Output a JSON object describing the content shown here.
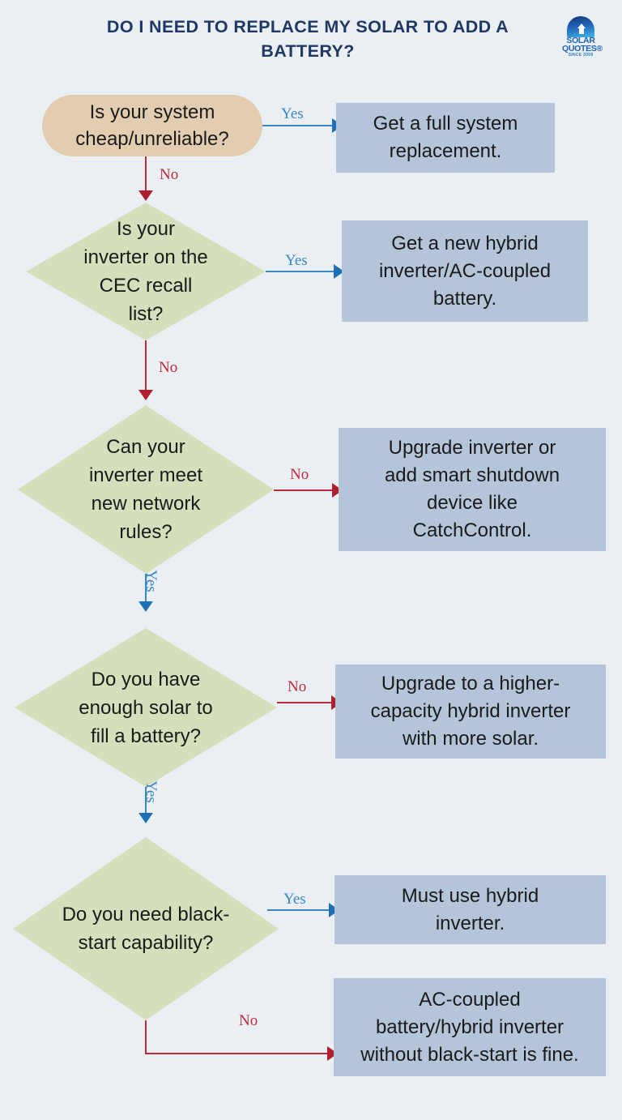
{
  "header": {
    "title": "DO I NEED TO REPLACE MY SOLAR TO ADD A BATTERY?",
    "logo": {
      "wordmark_line1": "SOLAR",
      "wordmark_line2": "QUOTES®",
      "since": "SINCE 2009"
    }
  },
  "colors": {
    "background": "#eaeff3",
    "title": "#1f3864",
    "start_node": "#e3cdb0",
    "decision_node": "#d3e0bb",
    "outcome_node": "#b4c5da",
    "yes_edge": "#3a87c4",
    "no_edge": "#c0293a",
    "node_text": "#1a1a1a"
  },
  "chart_data": {
    "type": "diagram",
    "title": "DO I NEED TO REPLACE MY SOLAR TO ADD A BATTERY?",
    "nodes": [
      {
        "id": "start",
        "shape": "pill",
        "text": "Is your system cheap/unreliable?"
      },
      {
        "id": "out1",
        "shape": "rect",
        "text": "Get a full system replacement."
      },
      {
        "id": "d2",
        "shape": "diamond",
        "text": "Is your inverter on the CEC recall list?"
      },
      {
        "id": "out2",
        "shape": "rect",
        "text": "Get a new hybrid inverter/AC-coupled battery."
      },
      {
        "id": "d3",
        "shape": "diamond",
        "text": "Can your inverter meet new network rules?"
      },
      {
        "id": "out3",
        "shape": "rect",
        "text": "Upgrade inverter or add smart shutdown device like CatchControl."
      },
      {
        "id": "d4",
        "shape": "diamond",
        "text": "Do you have enough solar to fill a battery?"
      },
      {
        "id": "out4",
        "shape": "rect",
        "text": "Upgrade to a higher-capacity hybrid inverter with more solar."
      },
      {
        "id": "d5",
        "shape": "diamond",
        "text": "Do you need black-start capability?"
      },
      {
        "id": "out5",
        "shape": "rect",
        "text": "Must use hybrid inverter."
      },
      {
        "id": "out6",
        "shape": "rect",
        "text": "AC-coupled battery/hybrid inverter without black-start is fine."
      }
    ],
    "edges": [
      {
        "from": "start",
        "to": "out1",
        "label": "Yes",
        "kind": "yes"
      },
      {
        "from": "start",
        "to": "d2",
        "label": "No",
        "kind": "no"
      },
      {
        "from": "d2",
        "to": "out2",
        "label": "Yes",
        "kind": "yes"
      },
      {
        "from": "d2",
        "to": "d3",
        "label": "No",
        "kind": "no"
      },
      {
        "from": "d3",
        "to": "out3",
        "label": "No",
        "kind": "no"
      },
      {
        "from": "d3",
        "to": "d4",
        "label": "Yes",
        "kind": "yes"
      },
      {
        "from": "d4",
        "to": "out4",
        "label": "No",
        "kind": "no"
      },
      {
        "from": "d4",
        "to": "d5",
        "label": "Yes",
        "kind": "yes"
      },
      {
        "from": "d5",
        "to": "out5",
        "label": "Yes",
        "kind": "yes"
      },
      {
        "from": "d5",
        "to": "out6",
        "label": "No",
        "kind": "no"
      }
    ]
  },
  "nodes": {
    "start": {
      "text": "Is your system cheap/unreliable?"
    },
    "out1": {
      "text": "Get a full system\nreplacement."
    },
    "d2": {
      "text": "Is your\ninverter on the\nCEC recall\nlist?"
    },
    "out2": {
      "text": "Get a new hybrid\ninverter/AC-coupled\nbattery."
    },
    "d3": {
      "text": "Can your\ninverter meet\nnew network\nrules?"
    },
    "out3": {
      "text": "Upgrade inverter or\nadd smart shutdown\ndevice like\nCatchControl."
    },
    "d4": {
      "text": "Do you have\nenough solar to\nfill a battery?"
    },
    "out4": {
      "text": "Upgrade to a higher-\ncapacity hybrid inverter\nwith more solar."
    },
    "d5": {
      "text": "Do you need black-\nstart capability?"
    },
    "out5": {
      "text": "Must use hybrid\ninverter."
    },
    "out6": {
      "text": "AC-coupled\nbattery/hybrid inverter\nwithout black-start is fine."
    }
  },
  "labels": {
    "e1_yes": "Yes",
    "e2_no": "No",
    "e3_yes": "Yes",
    "e4_no": "No",
    "e5_no": "No",
    "e6_yes": "Yes",
    "e7_no": "No",
    "e8_yes": "Yes",
    "e9_yes": "Yes",
    "e10_no": "No"
  }
}
